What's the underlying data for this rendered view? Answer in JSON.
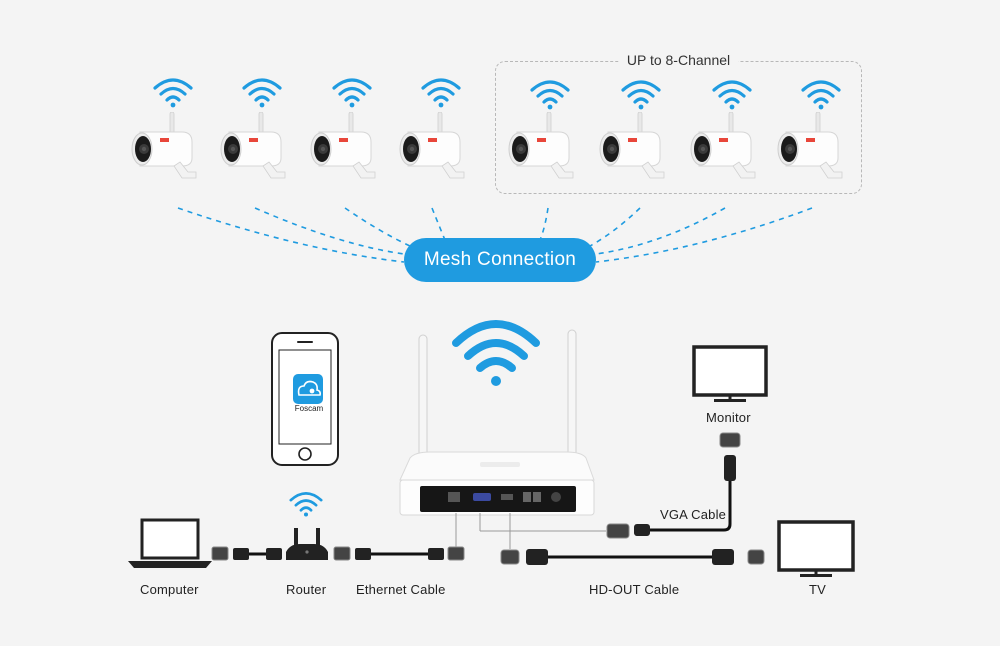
{
  "diagram": {
    "group_label": "UP to 8-Channel",
    "mesh_label": "Mesh Connection",
    "app_name": "Foscam",
    "labels": {
      "monitor": "Monitor",
      "vga_cable": "VGA Cable",
      "tv": "TV",
      "hd_out_cable": "HD-OUT Cable",
      "computer": "Computer",
      "router": "Router",
      "ethernet_cable": "Ethernet Cable"
    },
    "camera_count": 8,
    "colors": {
      "accent": "#1f9be0",
      "background": "#f4f4f4",
      "cable": "#111111"
    }
  }
}
